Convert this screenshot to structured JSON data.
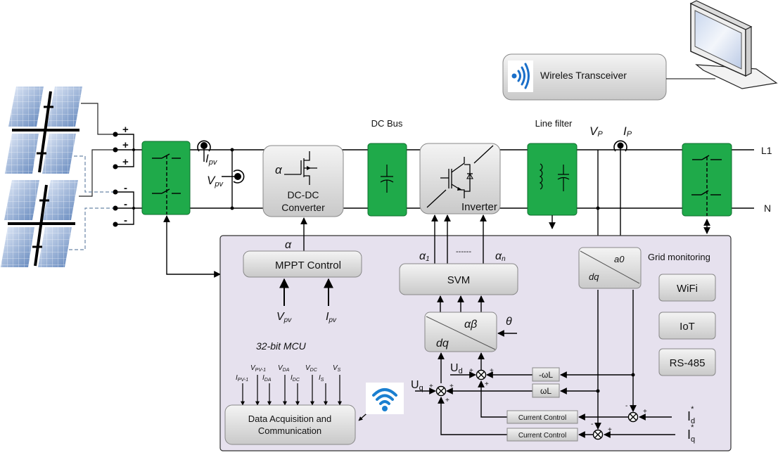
{
  "labels": {
    "dc_bus": "DC Bus",
    "line_filter": "Line filter",
    "vp": "V",
    "vp_sub": "P",
    "ip": "I",
    "ip_sub": "P",
    "l1": "L1",
    "n": "N",
    "ipv": "I",
    "ipv_sub": "pv",
    "vpv": "V",
    "vpv_sub": "pv",
    "plus": "+",
    "minus": "-"
  },
  "blocks": {
    "wireless_transceiver": "Wireles Transceiver",
    "dcdc_line1": "DC-DC",
    "dcdc_line2": "Converter",
    "dcdc_alpha": "α",
    "inverter": "Inverter",
    "mppt": "MPPT Control",
    "mppt_alpha": "α",
    "mppt_in_v": "V",
    "mppt_in_v_sub": "pv",
    "mppt_in_i": "I",
    "mppt_in_i_sub": "pv",
    "mcu": "32-bit MCU",
    "svm": "SVM",
    "alpha1": "α",
    "alpha1_sub": "1",
    "alphan": "α",
    "alphan_sub": "n",
    "dots": "------",
    "dq_ab_top": "αβ",
    "dq_ab_bottom": "dq",
    "theta": "θ",
    "a0dq_top": "a0",
    "a0dq_bottom": "dq",
    "grid_monitoring": "Grid monitoring",
    "wifi": "WiFi",
    "iot": "IoT",
    "rs485": "RS-485",
    "daq_line1": "Data Acquisition and",
    "daq_line2": "Communication",
    "neg_wl": "-ωL",
    "wl": "ωL",
    "current_control_1": "Current Control",
    "current_control_2": "Current Control",
    "ud": "U",
    "ud_sub": "d",
    "uq": "U",
    "uq_sub": "q",
    "id_ref": "I",
    "id_ref_sub": "d",
    "id_ref_sup": "*",
    "iq_ref": "I",
    "iq_ref_sub": "q",
    "iq_ref_sup": "*"
  },
  "daq_inputs": [
    {
      "main": "I",
      "sub": "PV-1"
    },
    {
      "main": "V",
      "sub": "PV-1"
    },
    {
      "main": "I",
      "sub": "DA"
    },
    {
      "main": "V",
      "sub": "DA"
    },
    {
      "main": "I",
      "sub": "DC"
    },
    {
      "main": "V",
      "sub": "DC"
    },
    {
      "main": "I",
      "sub": "S"
    },
    {
      "main": "V",
      "sub": "S"
    }
  ],
  "colors": {
    "green_block": "#1faa4a",
    "mcu_bg": "#e6e1ee",
    "gray_block": "#d8d8d8",
    "wifi_blue": "#1a7fd0"
  }
}
